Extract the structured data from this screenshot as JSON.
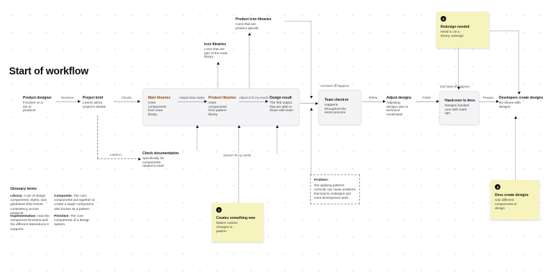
{
  "title": "Start of workflow",
  "colors": {
    "accent_brown": "#8c4a0e",
    "sticky_yellow": "#f7f3bd",
    "card_gray": "#f4f4f6"
  },
  "nodes": {
    "product_designer": {
      "title": "Product designer",
      "body": "Focuses on a set of products"
    },
    "project_brief": {
      "title": "Project brief",
      "body": "Learns about project's details"
    },
    "main_libraries": {
      "title": "Main libraries",
      "body": "Uses components from main library"
    },
    "product_libraries": {
      "title": "Product libraries",
      "body": "Uses components from pattern library"
    },
    "design_result": {
      "title": "Design result",
      "body": "The first output that are able to share with team"
    },
    "team_check_in": {
      "title": "Team check-in",
      "body": "Happens throughout the entire process"
    },
    "adjust_designs": {
      "title": "Adjust designs",
      "body": "Adjusting designs due to technical constraints"
    },
    "hand_over": {
      "title": "Hand-over to devs",
      "body": "Designs handed over with mark-ups"
    },
    "developers_create": {
      "title": "Developers create designs",
      "body": "No issues with designs"
    },
    "check_documentation": {
      "title": "Check documentation",
      "body": "Specifically for components related to brief"
    },
    "icon_libraries": {
      "title": "Icon libraries",
      "body": "Icons that are part of the main library"
    },
    "product_icon_libraries": {
      "title": "Product icon libraries",
      "body": "Icons that are product specific"
    }
  },
  "labels": {
    "receives": "Receives",
    "checks": "Checks",
    "adopts": "Adopts base styles",
    "adjust_fit": "Adjust to fit my needs",
    "first_handoff": "1st hand-off happens",
    "refine": "Refine",
    "polish": "Polish",
    "second_handoff": "2nd hand-off happens",
    "prepare": "Prepare",
    "leads_to": "Leads to",
    "doesnt_fit": "Doesn't fit my needs"
  },
  "stickies": [
    {
      "number": "1",
      "title": "Creates something new",
      "body": "Makes custom changes to pattern"
    },
    {
      "number": "2",
      "title": "Redesign needed",
      "body": "Need to do a theory redesign"
    },
    {
      "number": "3",
      "title": "Devs create designs",
      "body": "Use different components to design"
    }
  ],
  "problem_note": {
    "title": "Problem:",
    "body": "Not applying patterns correctly can cause problems that lead to redesigns and extra development work."
  },
  "glossary": {
    "title": "Glossary terms",
    "terms": [
      {
        "term": "Library:",
        "def": " A set of design components, styles, and guidelines that ensure consistency across products."
      },
      {
        "term": "Composite:",
        "def": " The core components put together to create a larger component, also known as a pattern."
      },
      {
        "term": "Implementation:",
        "def": " How the component functions and the different interactions it supports."
      },
      {
        "term": "Primitive:",
        "def": " The core components of a design system."
      }
    ]
  }
}
